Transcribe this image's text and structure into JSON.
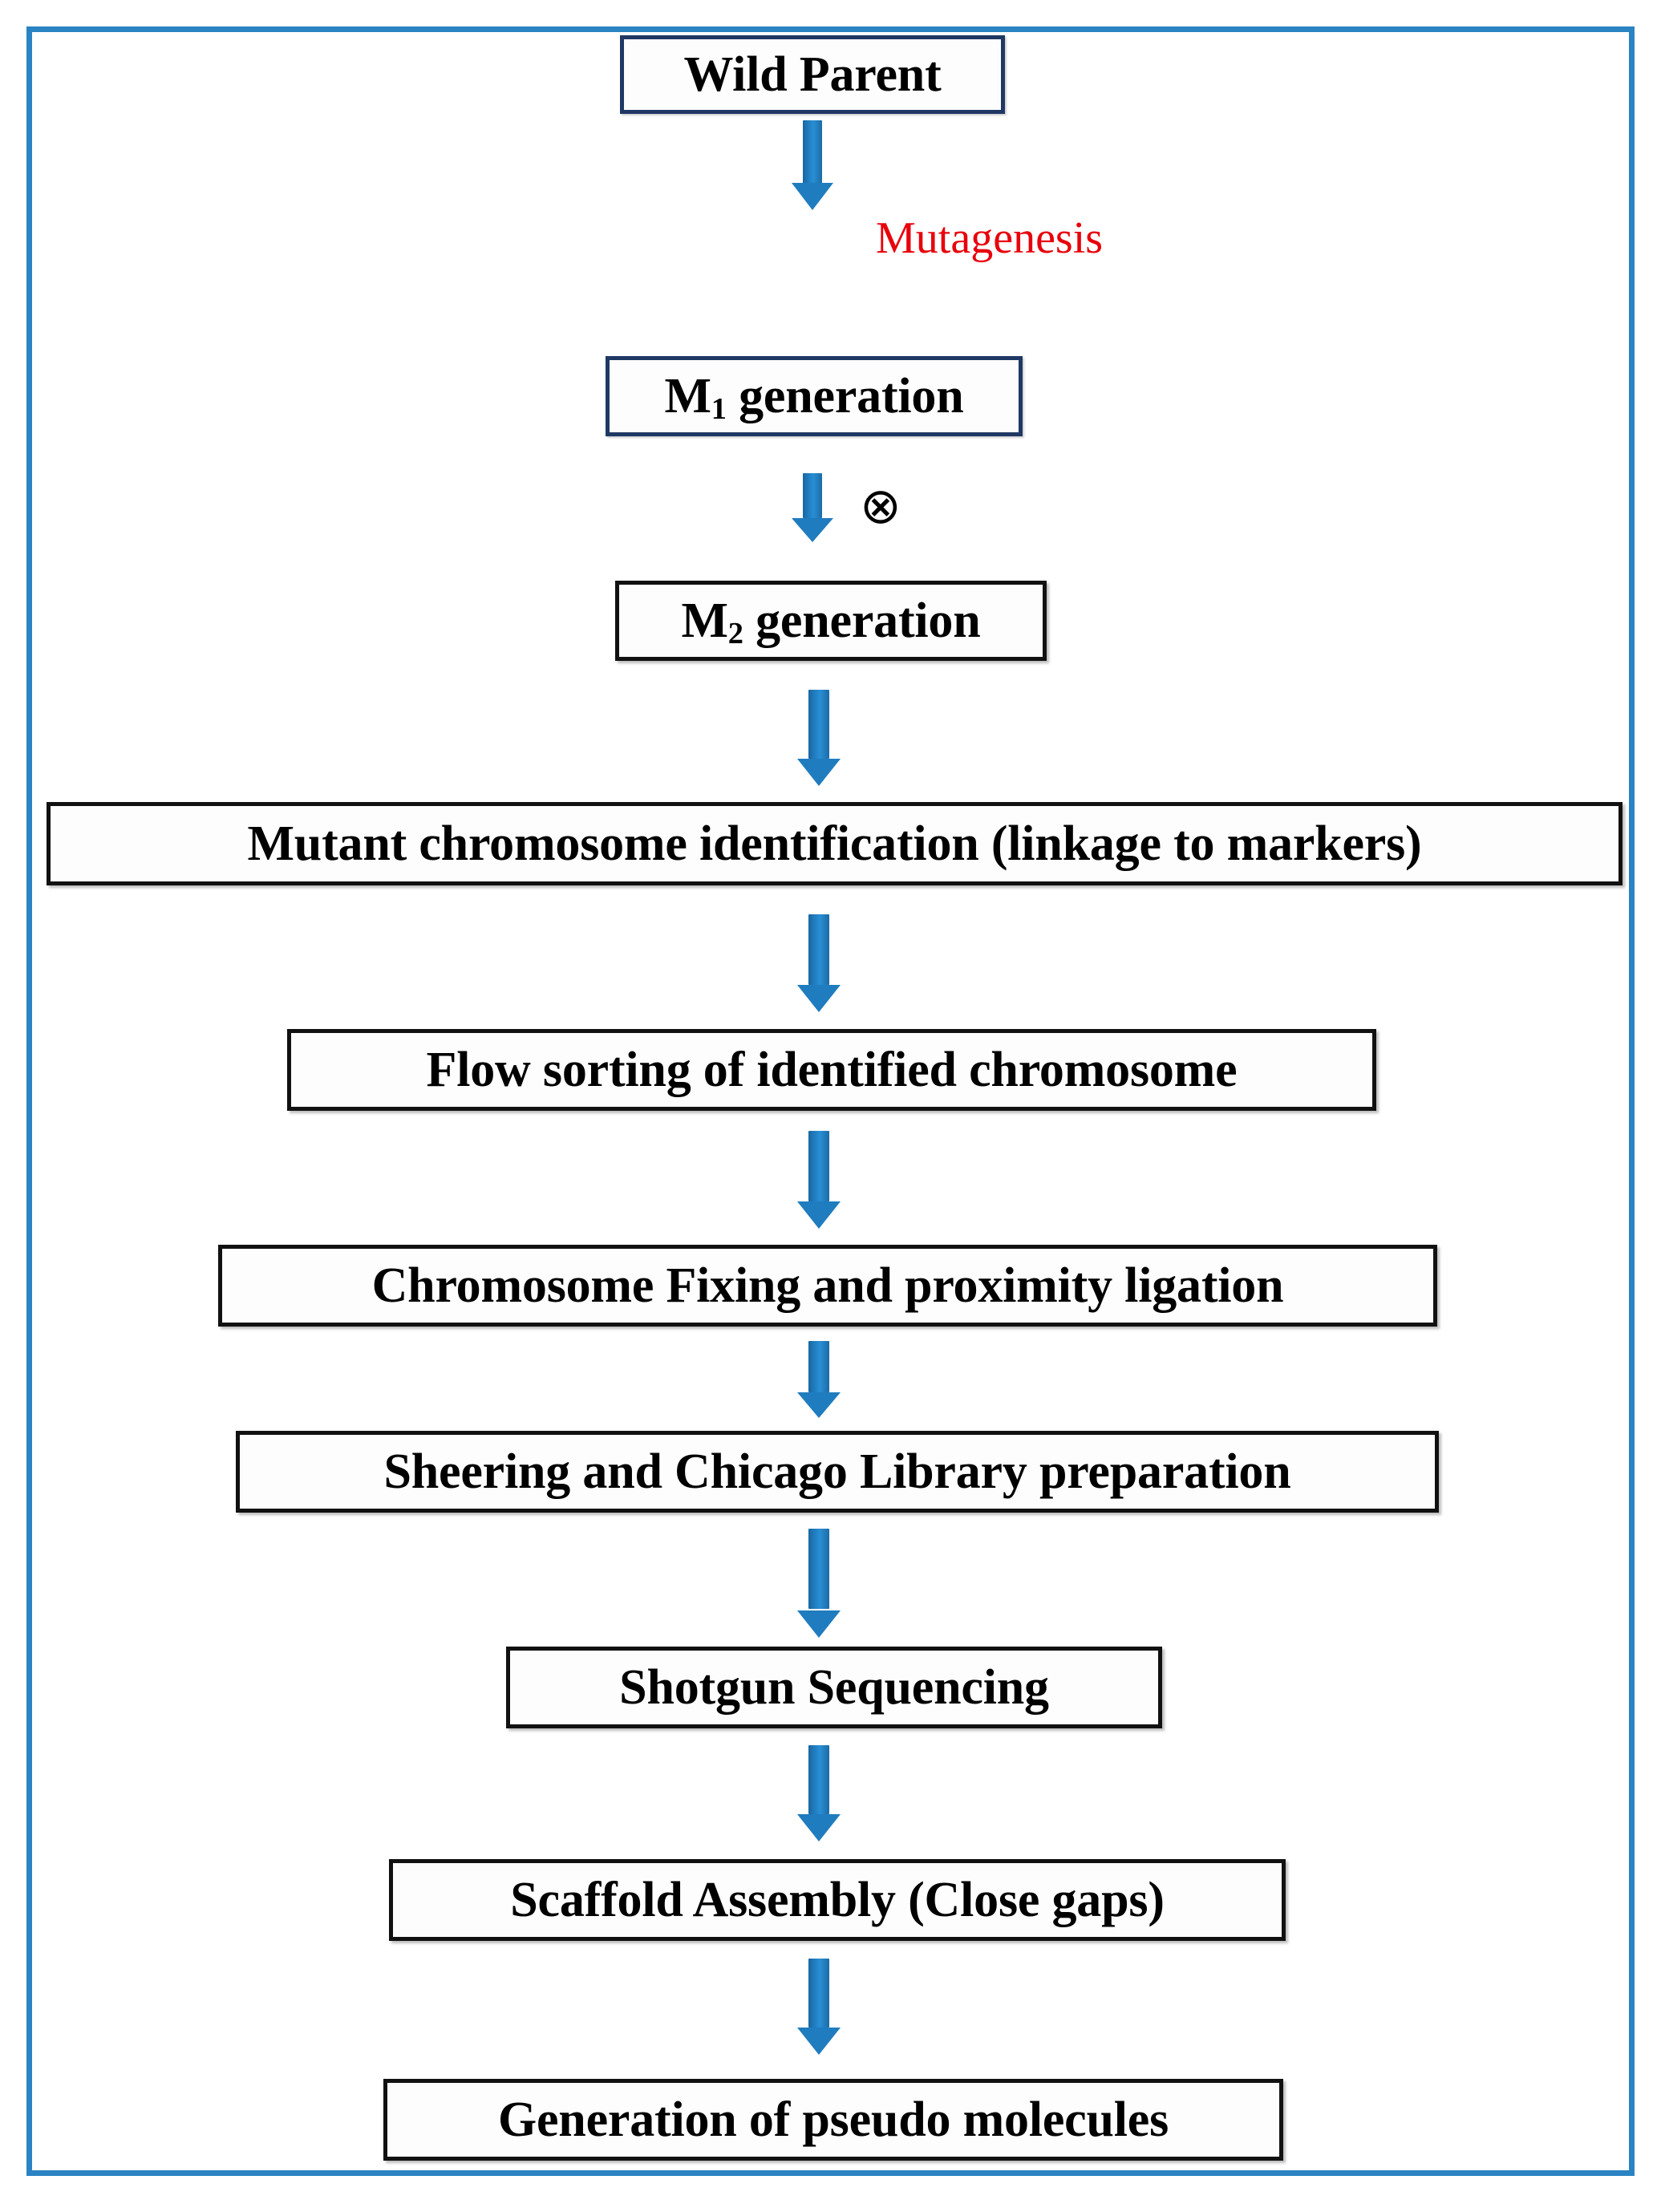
{
  "figure": {
    "type": "flowchart",
    "orientation": "top-to-bottom",
    "frame_color": "#2a83c2",
    "arrow_color": "#1f7cbf",
    "accent_label_color": "#e8000b",
    "box_border_navy": "#1f3864",
    "box_border_black": "#111111"
  },
  "nodes": [
    {
      "id": "wild-parent",
      "label": "Wild Parent",
      "border": "navy"
    },
    {
      "id": "m1-generation",
      "label_prefix": "M",
      "label_sub": "1",
      "label_suffix": " generation",
      "border": "navy"
    },
    {
      "id": "m2-generation",
      "label_prefix": "M",
      "label_sub": "2",
      "label_suffix": " generation",
      "border": "black"
    },
    {
      "id": "mutant-chromosome-identification",
      "label": "Mutant chromosome identification (linkage to markers)",
      "border": "black"
    },
    {
      "id": "flow-sorting",
      "label": "Flow sorting of identified chromosome",
      "border": "black"
    },
    {
      "id": "chromosome-fixing",
      "label": "Chromosome Fixing and proximity ligation",
      "border": "black"
    },
    {
      "id": "sheering-chicago-library",
      "label": "Sheering and Chicago Library preparation",
      "border": "black"
    },
    {
      "id": "shotgun-sequencing",
      "label": "Shotgun Sequencing",
      "border": "black"
    },
    {
      "id": "scaffold-assembly",
      "label": "Scaffold Assembly (Close gaps)",
      "border": "black"
    },
    {
      "id": "pseudo-molecules",
      "label": "Generation of pseudo molecules",
      "border": "black"
    }
  ],
  "edges": [
    {
      "from": "wild-parent",
      "to": "m1-generation",
      "label": "Mutagenesis",
      "label_color": "#e8000b"
    },
    {
      "from": "m1-generation",
      "to": "m2-generation",
      "label": "⊗",
      "label_kind": "self-cross-symbol"
    },
    {
      "from": "m2-generation",
      "to": "mutant-chromosome-identification",
      "label": ""
    },
    {
      "from": "mutant-chromosome-identification",
      "to": "flow-sorting",
      "label": ""
    },
    {
      "from": "flow-sorting",
      "to": "chromosome-fixing",
      "label": ""
    },
    {
      "from": "chromosome-fixing",
      "to": "sheering-chicago-library",
      "label": ""
    },
    {
      "from": "sheering-chicago-library",
      "to": "shotgun-sequencing",
      "label": ""
    },
    {
      "from": "shotgun-sequencing",
      "to": "scaffold-assembly",
      "label": ""
    },
    {
      "from": "scaffold-assembly",
      "to": "pseudo-molecules",
      "label": ""
    }
  ],
  "labels": {
    "mutagenesis": "Mutagenesis",
    "selfing_symbol": "⊗"
  }
}
